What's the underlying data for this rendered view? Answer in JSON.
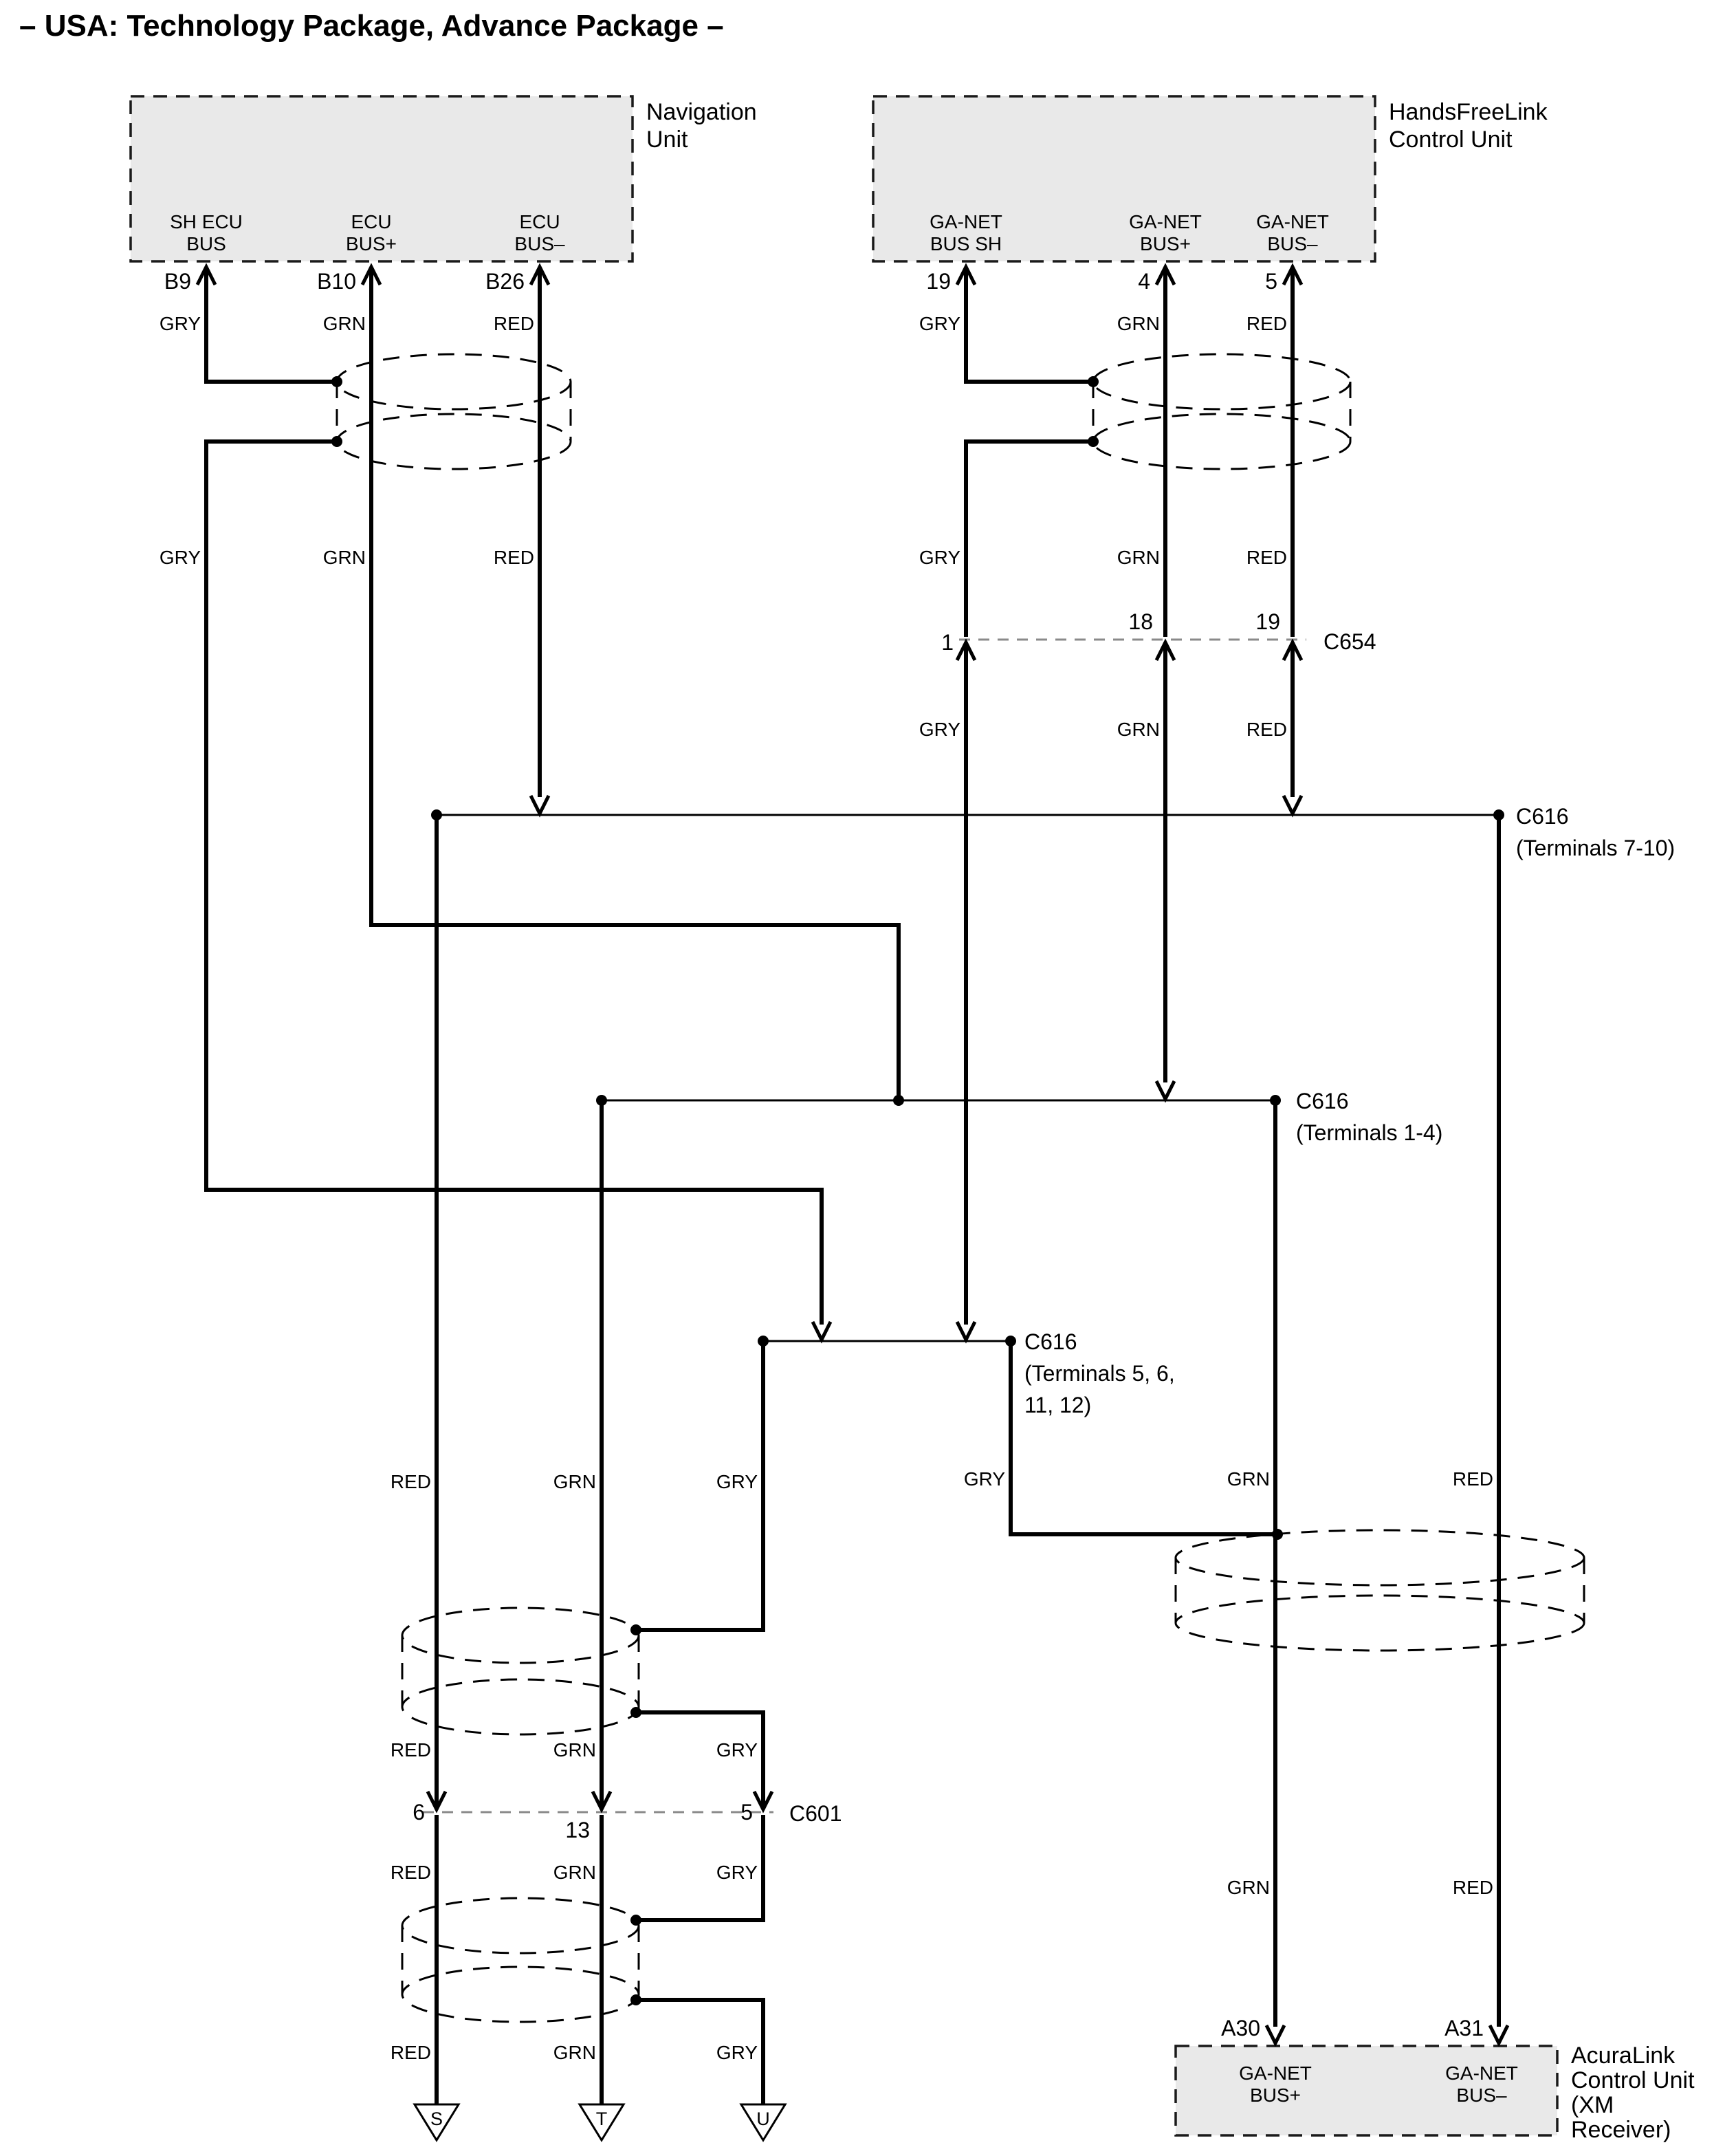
{
  "title": "– USA: Technology Package, Advance Package –",
  "colors": {
    "gry": "GRY",
    "grn": "GRN",
    "red": "RED"
  },
  "navigation_unit": {
    "name_line1": "Navigation",
    "name_line2": "Unit",
    "pins": [
      {
        "id": "B9",
        "bus_line1": "SH ECU",
        "bus_line2": "BUS"
      },
      {
        "id": "B10",
        "bus_line1": "ECU",
        "bus_line2": "BUS+"
      },
      {
        "id": "B26",
        "bus_line1": "ECU",
        "bus_line2": "BUS–"
      }
    ]
  },
  "handsfreelink_unit": {
    "name_line1": "HandsFreeLink",
    "name_line2": "Control Unit",
    "pins": [
      {
        "id": "19",
        "bus_line1": "GA-NET",
        "bus_line2": "BUS SH"
      },
      {
        "id": "4",
        "bus_line1": "GA-NET",
        "bus_line2": "BUS+"
      },
      {
        "id": "5",
        "bus_line1": "GA-NET",
        "bus_line2": "BUS–"
      }
    ]
  },
  "acuralink_unit": {
    "name_line1": "AcuraLink",
    "name_line2": "Control Unit",
    "name_line3": "(XM",
    "name_line4": "Receiver)",
    "pins": [
      {
        "id": "A30",
        "bus_line1": "GA-NET",
        "bus_line2": "BUS+"
      },
      {
        "id": "A31",
        "bus_line1": "GA-NET",
        "bus_line2": "BUS–"
      }
    ]
  },
  "connectors": {
    "c654": {
      "label": "C654",
      "terminals": [
        "1",
        "18",
        "19"
      ]
    },
    "c601": {
      "label": "C601",
      "terminals": [
        "6",
        "13",
        "5"
      ]
    },
    "c616_7_10": {
      "line1": "C616",
      "line2": "(Terminals 7-10)"
    },
    "c616_1_4": {
      "line1": "C616",
      "line2": "(Terminals 1-4)"
    },
    "c616_5_6_11_12": {
      "line1": "C616",
      "line2": "(Terminals 5, 6,",
      "line3": "11, 12)"
    }
  },
  "grounds": [
    "S",
    "T",
    "U"
  ]
}
